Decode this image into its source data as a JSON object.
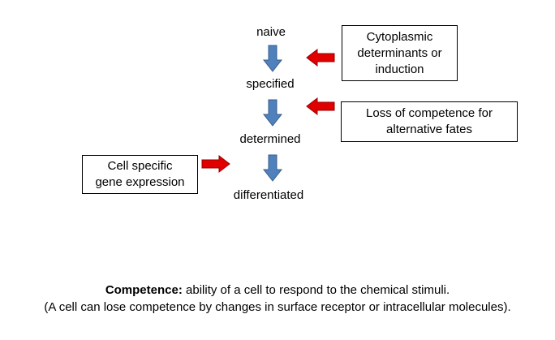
{
  "stages": {
    "naive": "naive",
    "specified": "specified",
    "determined": "determined",
    "differentiated": "differentiated"
  },
  "boxes": {
    "cytoplasmic": [
      "Cytoplasmic",
      "determinants or",
      "induction"
    ],
    "loss_of_competence": [
      "Loss of competence for",
      "alternative fates"
    ],
    "cell_specific": [
      "Cell specific",
      "gene expression"
    ]
  },
  "caption": {
    "term": "Competence:",
    "definition": " ability of a cell to respond to the chemical stimuli.",
    "note": "(A cell can lose competence by changes in surface receptor or intracellular molecules)."
  },
  "colors": {
    "down_arrow_fill": "#4F81BD",
    "down_arrow_stroke": "#385D8A",
    "side_arrow_fill": "#E00000",
    "side_arrow_stroke": "#9A0000"
  }
}
